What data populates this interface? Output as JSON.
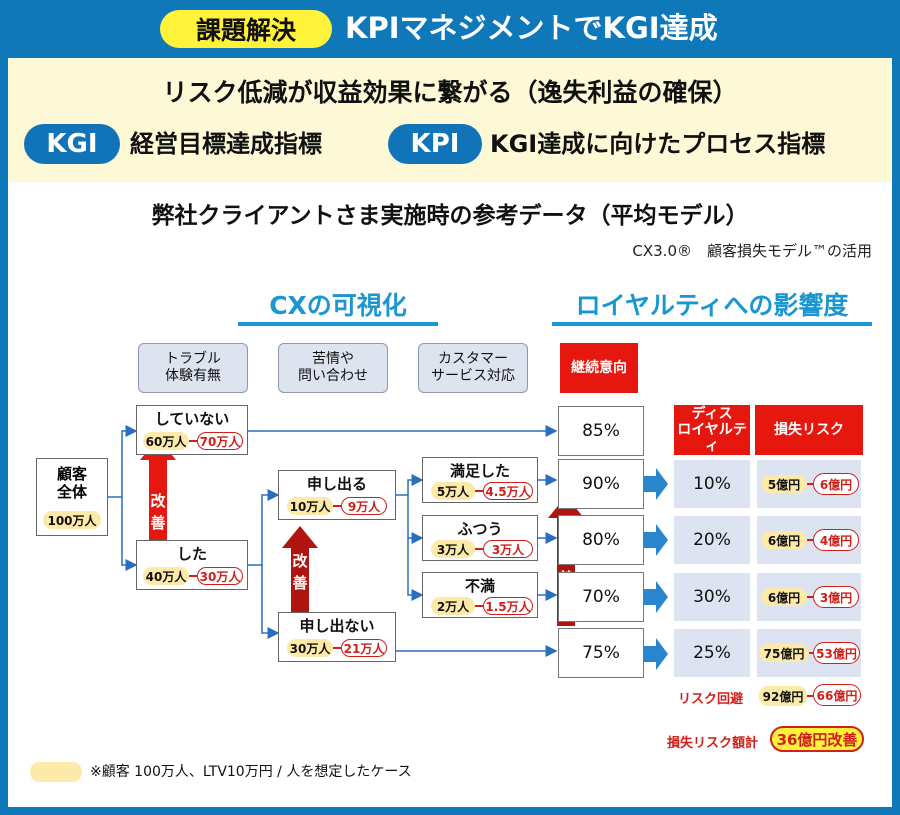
{
  "header": {
    "badge": "課題解決",
    "title": "KPIマネジメントでKGI達成"
  },
  "subheader": {
    "title": "リスク低減が収益効果に繋がる（逸失利益の確保）",
    "kgi": {
      "label": "KGI",
      "text": "経営目標達成指標"
    },
    "kpi": {
      "label": "KPI",
      "text": "KGI達成に向けたプロセス指標"
    }
  },
  "panel": {
    "title": "弊社クライアントさま実施時の参考データ（平均モデル）",
    "caption": "CX3.0®　顧客損失モデル™の活用"
  },
  "sections": {
    "cx": "CXの可視化",
    "loyalty": "ロイヤルティへの影響度"
  },
  "headers": {
    "trouble": [
      "トラブル",
      "体験有無"
    ],
    "complaint": [
      "苦情や",
      "問い合わせ"
    ],
    "service": [
      "カスタマー",
      "サービス対応"
    ],
    "continue": "継続意向",
    "disloyal": [
      "ディス",
      "ロイヤルティ"
    ],
    "loss_risk": "損失リスク"
  },
  "tree": {
    "root": {
      "label": [
        "顧客",
        "全体"
      ],
      "count": "100万人"
    },
    "no_trouble": {
      "label": "していない",
      "before": "60万人",
      "after": "70万人"
    },
    "trouble": {
      "label": "した",
      "before": "40万人",
      "after": "30万人"
    },
    "reported": {
      "label": "申し出る",
      "before": "10万人",
      "after": "9万人"
    },
    "not_reported": {
      "label": "申し出ない",
      "before": "30万人",
      "after": "21万人"
    },
    "satisfied": {
      "label": "満足した",
      "before": "5万人",
      "after": "4.5万人"
    },
    "normal": {
      "label": "ふつう",
      "before": "3万人",
      "after": "3万人"
    },
    "dissatisfied": {
      "label": "不満",
      "before": "2万人",
      "after": "1.5万人"
    },
    "improve_label": "改善"
  },
  "continuation": [
    "85%",
    "90%",
    "80%",
    "70%",
    "75%"
  ],
  "disloyalty": [
    "10%",
    "20%",
    "30%",
    "25%"
  ],
  "risk_rows": [
    {
      "before": "5億円",
      "after": "6億円"
    },
    {
      "before": "6億円",
      "after": "4億円"
    },
    {
      "before": "6億円",
      "after": "3億円"
    },
    {
      "before": "75億円",
      "after": "53億円"
    }
  ],
  "risk_avoid": {
    "label": "リスク回避",
    "before": "92億円",
    "after": "66億円"
  },
  "total": {
    "label": "損失リスク額計",
    "value": "36億円改善"
  },
  "legend": "※顧客 100万人、LTV10万円 / 人を想定したケース",
  "colors": {
    "frame": "#0f78b8",
    "accent_red": "#e6170e",
    "accent_blue": "#1a96d0",
    "chip_yellow": "#fde9a8",
    "badge_yellow": "#fff23a"
  }
}
